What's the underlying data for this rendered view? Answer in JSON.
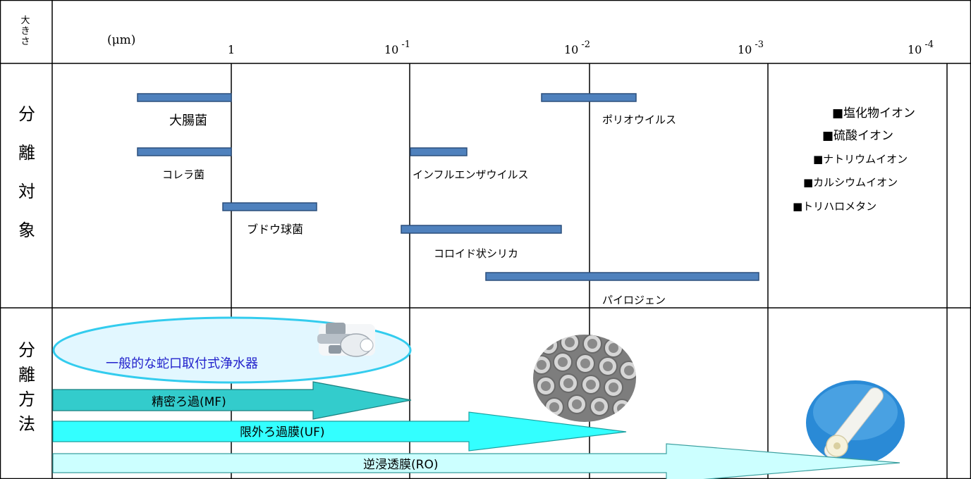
{
  "header": {
    "size_label": [
      "大",
      "き",
      "さ"
    ],
    "unit_label": "(μm)",
    "scale": [
      {
        "base": "1",
        "exp": ""
      },
      {
        "base": "10",
        "exp": "-1"
      },
      {
        "base": "10",
        "exp": "-2"
      },
      {
        "base": "10",
        "exp": "-3"
      },
      {
        "base": "10",
        "exp": "-4"
      }
    ]
  },
  "targets_section": {
    "title": [
      "分",
      "離",
      "対",
      "象"
    ],
    "bars": [
      {
        "label": "大腸菌",
        "range_um": [
          5,
          1
        ]
      },
      {
        "label": "コレラ菌",
        "range_um": [
          5,
          1
        ]
      },
      {
        "label": "ブドウ球菌",
        "range_um": [
          1.2,
          0.25
        ]
      },
      {
        "label": "インフルエンザウイルス",
        "range_um": [
          0.1,
          0.05
        ]
      },
      {
        "label": "コロイド状シリカ",
        "range_um": [
          0.11,
          0.014
        ]
      },
      {
        "label": "ポリオウイルス",
        "range_um": [
          0.017,
          0.0055
        ]
      },
      {
        "label": "パイロジェン",
        "range_um": [
          0.035,
          0.001
        ]
      }
    ],
    "ions": [
      "■塩化物イオン",
      "■硫酸イオン",
      "■ナトリウムイオン",
      "■カルシウムイオン",
      "■トリハロメタン"
    ]
  },
  "methods_section": {
    "title": [
      "分",
      "離",
      "方",
      "法"
    ],
    "purifier_label": "一般的な蛇口取付式浄水器",
    "methods": [
      {
        "label": "精密ろ過(MF)",
        "limit_um": 0.1
      },
      {
        "label": "限外ろ過膜(UF)",
        "limit_um": 0.0055
      },
      {
        "label": "逆浸透膜(RO)",
        "limit_um": 0.00012
      }
    ],
    "images": [
      "faucet-filter-photo",
      "hollow-fiber-tubes-photo",
      "ro-membrane-element-photo"
    ]
  },
  "colors": {
    "bar_fill": "#4f81bd",
    "bar_stroke": "#2c4f7c",
    "mf_fill": "#33cccc",
    "uf_fill": "#33ffff",
    "ro_fill": "#ccffff",
    "ellipse_fill": "#e2f7ff",
    "ellipse_stroke": "#33ccee",
    "purifier_text": "#2222cc"
  }
}
